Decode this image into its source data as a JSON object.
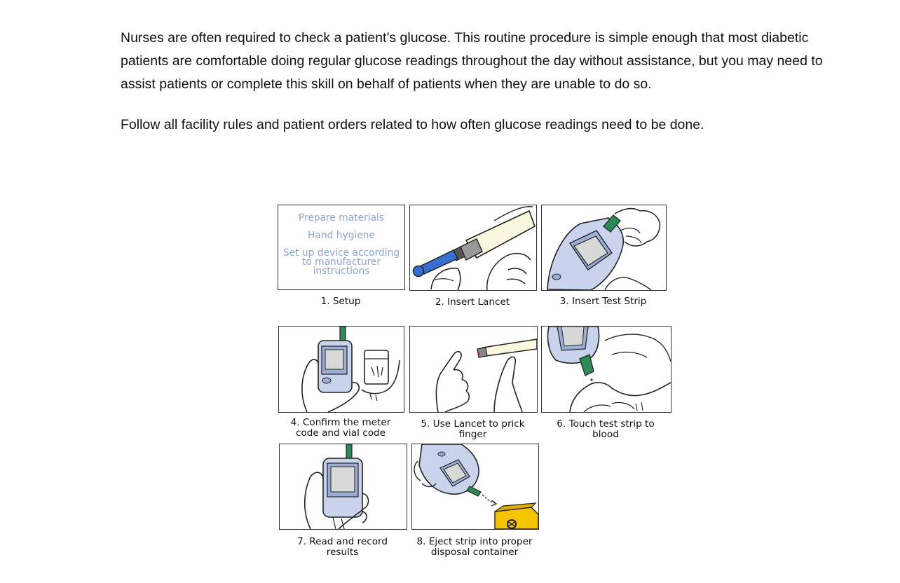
{
  "text": {
    "paragraph_1": "Nurses are often required to check a patient’s glucose. This routine procedure is simple enough that most diabetic patients are comfortable doing regular glucose readings throughout the day without assistance, but you may need to assist patients or complete this skill on behalf of patients when they are unable to do so.",
    "paragraph_2": "Follow all facility rules and patient orders related to how often glucose readings need to be done."
  },
  "figure": {
    "setup_panel_lines": [
      "Prepare materials",
      "Hand hygiene",
      "Set up device according",
      "to manufacturer",
      "instructions"
    ],
    "steps": [
      {
        "caption": [
          "1. Setup"
        ]
      },
      {
        "caption": [
          "2. Insert Lancet"
        ]
      },
      {
        "caption": [
          "3. Insert Test Strip"
        ]
      },
      {
        "caption": [
          "4. Confirm the meter",
          "code and vial code"
        ]
      },
      {
        "caption": [
          "5. Use Lancet to prick",
          "finger"
        ]
      },
      {
        "caption": [
          "6. Touch test strip to",
          "blood"
        ]
      },
      {
        "caption": [
          "7. Read and record",
          "results"
        ]
      },
      {
        "caption": [
          "8. Eject strip into proper",
          "disposal container"
        ]
      }
    ],
    "colors": {
      "meter_body": "#c9d3ec",
      "meter_screen": "#9aaed6",
      "test_strip": "#2e8b57",
      "lancet": "#3a6fd0",
      "sharps_container": "#f4c400",
      "setup_text": "#8fa6cc"
    }
  }
}
